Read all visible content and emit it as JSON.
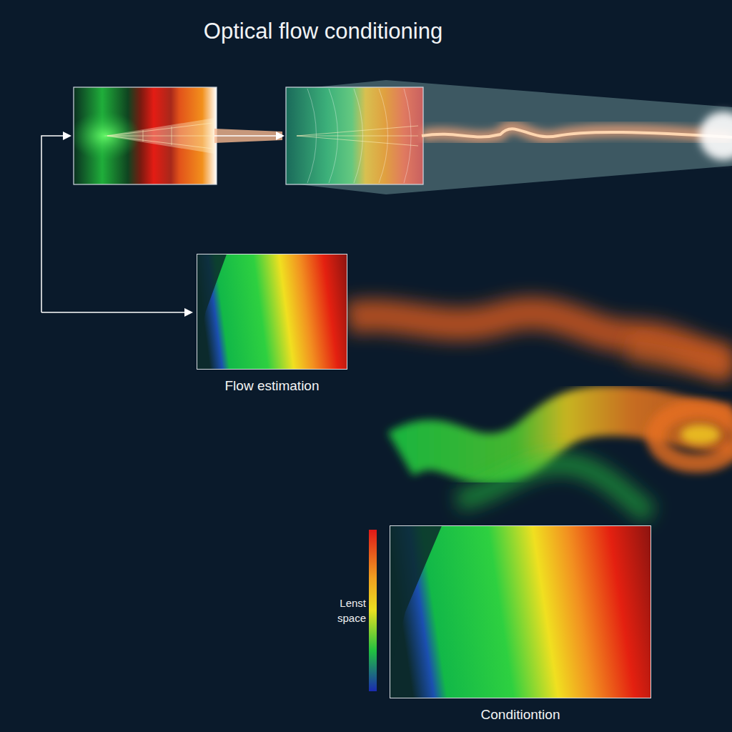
{
  "diagram": {
    "title": "Optical flow conditioning",
    "nodes": [
      {
        "text": [
          "Flow estimation"
        ]
      },
      {
        "text": [
          "Conditiontion"
        ]
      }
    ],
    "labels": [
      "Lenst space"
    ]
  }
}
